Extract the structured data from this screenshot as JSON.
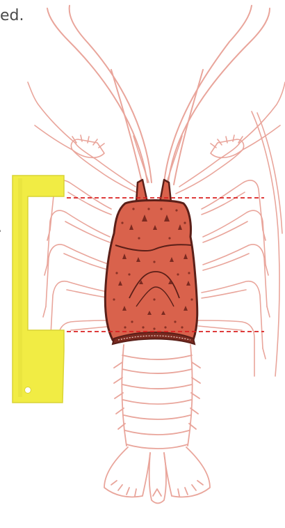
{
  "text": {
    "top_fragment": "ed.",
    "mid_fragment": "."
  },
  "figure": {
    "subject": "spiny-lobster-line-drawing",
    "highlighted_part": "carapace",
    "tool": "measuring-gauge",
    "colors": {
      "outline": "#e9a59b",
      "outline_dark": "#d98a80",
      "carapace_fill": "#d9624c",
      "carapace_stroke": "#5a1f18",
      "carapace_spots": "#7a2a20",
      "gauge_fill": "#f1ec44",
      "gauge_shade": "#d9d435",
      "measure_line": "#d92020"
    }
  }
}
